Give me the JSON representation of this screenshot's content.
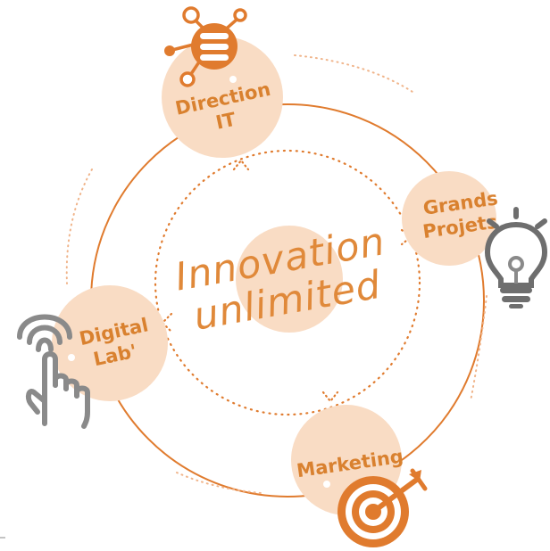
{
  "center": {
    "line1": "Innovation",
    "line2": "unlimited"
  },
  "nodes": {
    "direction_it": {
      "line1": "Direction",
      "line2": "IT",
      "icon": "database-network-icon"
    },
    "grands_projets": {
      "line1": "Grands",
      "line2": "Projets",
      "icon": "lightbulb-icon"
    },
    "marketing": {
      "line1": "Marketing",
      "icon": "target-arrow-icon"
    },
    "digital_lab": {
      "line1": "Digital",
      "line2": "Lab'",
      "icon": "touch-wifi-hand-icon"
    }
  },
  "colors": {
    "accent": "#e07b2e",
    "circle_fill": "#f9dcc4",
    "label": "#d9812f",
    "icon_gray": "#8a8a8a",
    "icon_dark": "#6e6e6e"
  }
}
